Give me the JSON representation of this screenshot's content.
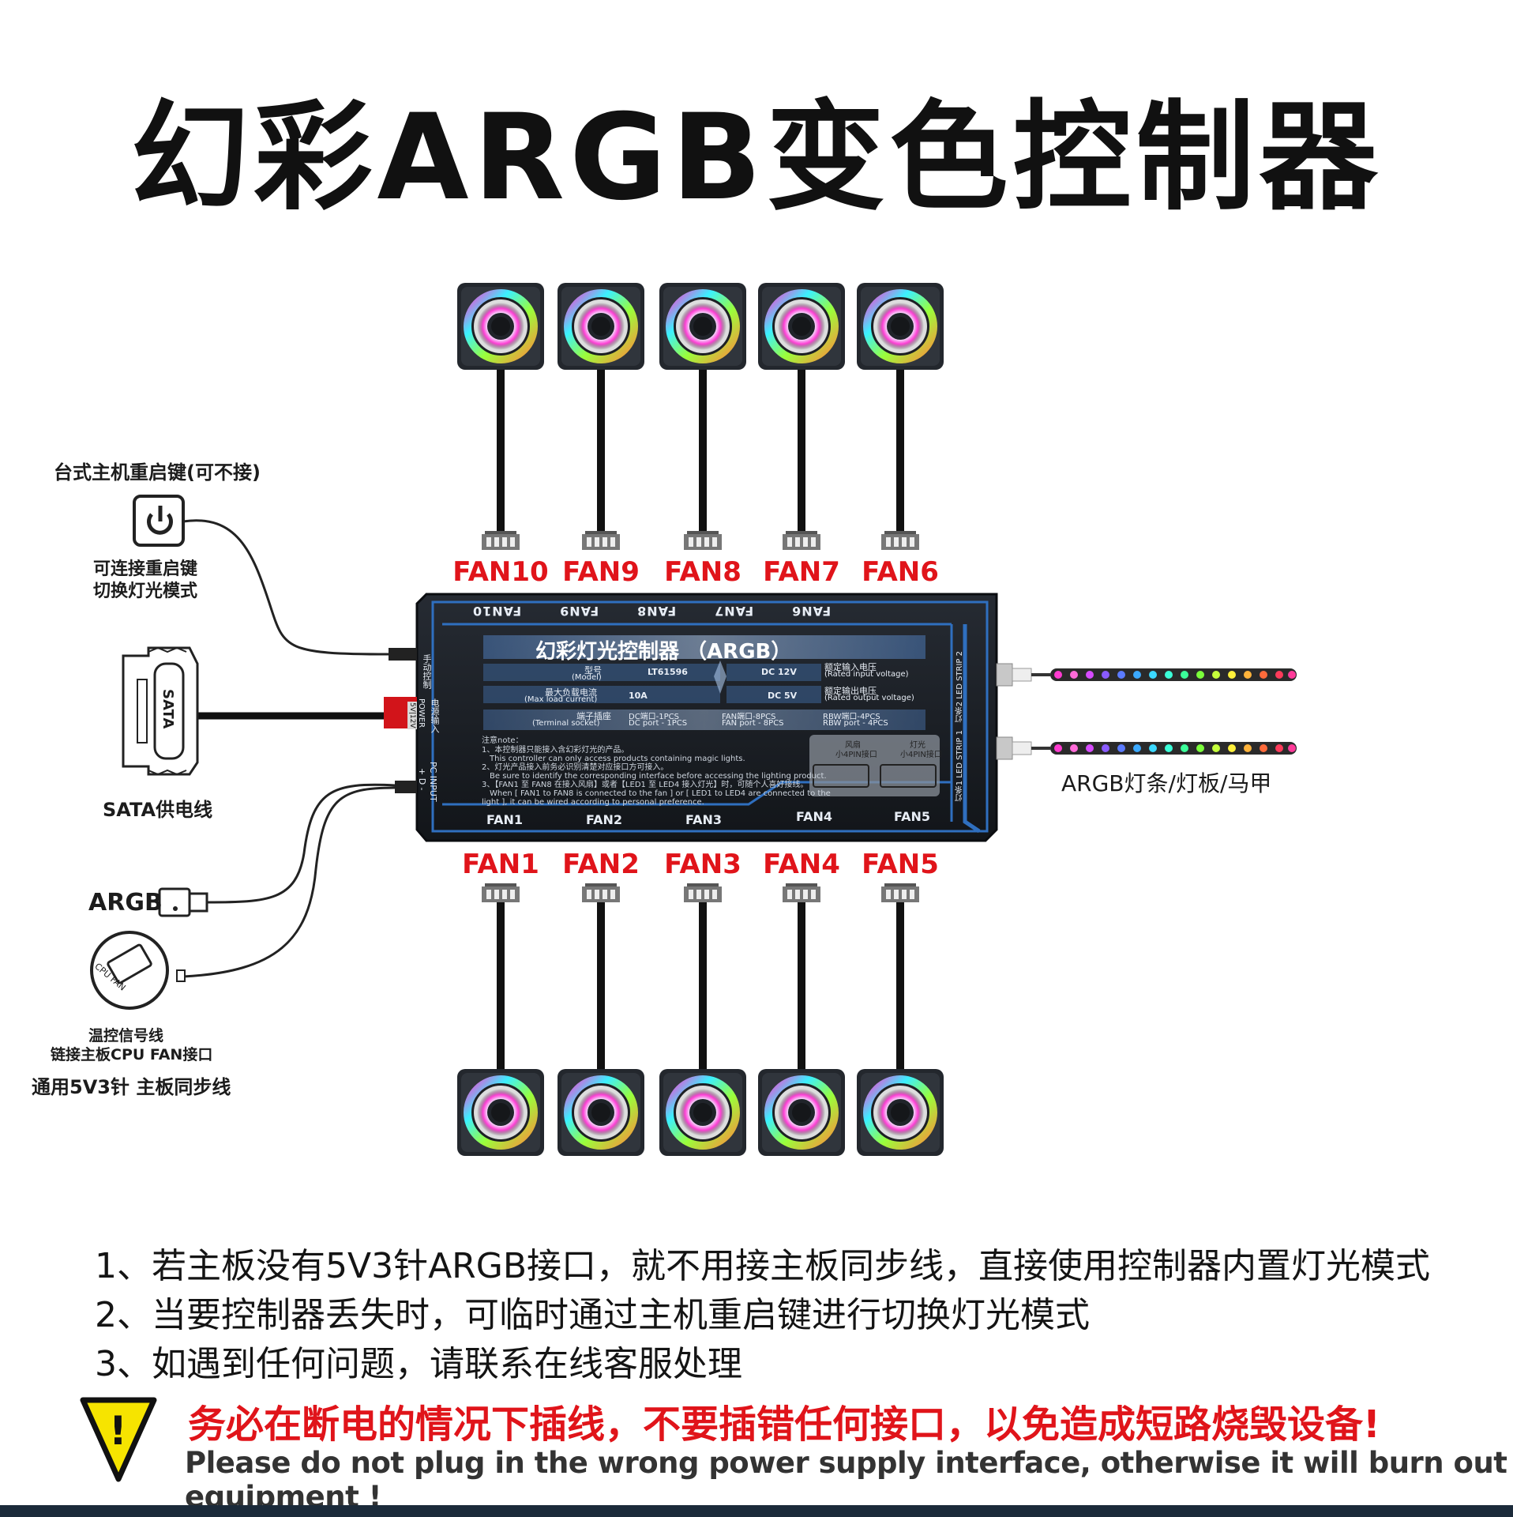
{
  "title": "幻彩ARGB变色控制器",
  "fans_top": [
    "FAN10",
    "FAN9",
    "FAN8",
    "FAN7",
    "FAN6"
  ],
  "fans_bottom": [
    "FAN1",
    "FAN2",
    "FAN3",
    "FAN4",
    "FAN5"
  ],
  "left_labels": {
    "restart_title": "台式主机重启键(可不接)",
    "restart_desc_1": "可连接重启键",
    "restart_desc_2": "切换灯光模式",
    "sata_connector": "SATA",
    "sata_label": "SATA供电线",
    "argb_label": "ARGB",
    "cpu_fan_icon": "CPU FAN",
    "temp_1": "温控信号线",
    "temp_2": "链接主板CPU FAN接口",
    "sync": "通用5V3针 主板同步线"
  },
  "right_label": "ARGB灯条/灯板/马甲",
  "board": {
    "title": "幻彩灯光控制器 （ARGB）",
    "model_cn": "型号",
    "model_en": "(Model)",
    "model_value": "LT61596",
    "load_cn": "最大负载电流",
    "load_en": "(Max load current)",
    "load_value": "10A",
    "socket_cn": "端子插座",
    "socket_en": "(Terminal socket)",
    "dc_port_cn": "DC端口-1PCS",
    "dc_port_en": "DC port - 1PCS",
    "fan_port_cn": "FAN端口-8PCS",
    "fan_port_en": "FAN port - 8PCS",
    "rbw_port_cn": "RBW端口-4PCS",
    "rbw_port_en": "RBW port - 4PCS",
    "in_value": "DC 12V",
    "in_cn": "额定输入电压",
    "in_en": "(Rated input voltage)",
    "out_value": "DC 5V",
    "out_cn": "额定输出电压",
    "out_en": "(Rated output voltage)",
    "note_title": "注意note：",
    "note_lines": [
      "1、本控制器只能接入含幻彩灯光的产品。",
      "This controller can only access products containing magic lights.",
      "2、灯光产品接入前务必识别清楚对应接口方可接入。",
      "Be sure to identify the corresponding interface before accessing the lighting product.",
      "3、【FAN1 至 FAN8 在接入风扇】或者【LED1 至 LED4 接入灯光】时，可随个人喜好接线。",
      "When [ FAN1 to FAN8 is connected to the fan ] or [ LED1 to LED4 are connected to the",
      "light ], it can be wired according to personal preference."
    ],
    "top_strip": [
      "FAN6",
      "FAN7",
      "FAN8",
      "FAN9",
      "FAN10"
    ],
    "bottom_strip": [
      "FAN1",
      "FAN2",
      "FAN3",
      "FAN4",
      "FAN5"
    ],
    "manual_ctrl": "手动控制",
    "power_cn": "电源输入",
    "power_en": "POWER",
    "voltage_tag": "5V|12V",
    "pc_input": "PC INPUT",
    "pins": "+ D -",
    "fan_port_box": "风扇",
    "fan_port_box2": "小4PIN接口",
    "light_port_box": "灯光",
    "light_port_box2": "小4PIN接口",
    "strip1": "灯条1 LED STRIP 1",
    "strip2": "灯条2 LED STRIP 2"
  },
  "notes": [
    "1、若主板没有5V3针ARGB接口，就不用接主板同步线，直接使用控制器内置灯光模式",
    "2、当要控制器丢失时，可临时通过主机重启键进行切换灯光模式",
    "3、如遇到任何问题，请联系在线客服处理"
  ],
  "warning": {
    "icon": "!",
    "cn": "务必在断电的情况下插线，不要插错任何接口，以免造成短路烧毁设备!",
    "en": "Please do not plug in the wrong power supply interface, otherwise it will burn out equipment !"
  },
  "colors": {
    "accent_red": "#e0141a",
    "board": "#1c2026",
    "board_blue": "#2f6fbf",
    "warning_yellow": "#f6e400"
  }
}
